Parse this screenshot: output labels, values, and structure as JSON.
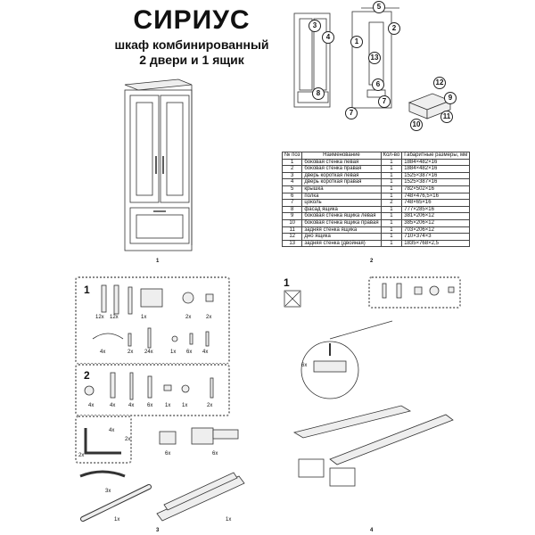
{
  "header": {
    "title": "СИРИУС",
    "subtitle_line1": "шкаф комбинированный",
    "subtitle_line2": "2 двери и 1 ящик"
  },
  "pages": {
    "p1": "1",
    "p2": "2",
    "p3": "3",
    "p4": "4"
  },
  "callouts": [
    "1",
    "2",
    "3",
    "4",
    "5",
    "6",
    "7",
    "8",
    "9",
    "10",
    "11",
    "12",
    "13",
    "7"
  ],
  "parts_table": {
    "headers": [
      "№ поз",
      "Наименование",
      "Кол-во",
      "Габаритные размеры, мм"
    ],
    "rows": [
      [
        "1",
        "боковая стенка левая",
        "1",
        "1884×482×16"
      ],
      [
        "2",
        "боковая стенка правая",
        "1",
        "1884×482×16"
      ],
      [
        "3",
        "дверь короткая левая",
        "1",
        "1525×387×16"
      ],
      [
        "4",
        "дверь короткая правая",
        "1",
        "1525×387×16"
      ],
      [
        "5",
        "крышка",
        "1",
        "782×502×16"
      ],
      [
        "6",
        "полка",
        "1",
        "748×476,5×16"
      ],
      [
        "7",
        "цоколь",
        "2",
        "748×65×16"
      ],
      [
        "8",
        "фасад ящика",
        "1",
        "777×285×16"
      ],
      [
        "9",
        "боковая стенка ящика левая",
        "1",
        "381×206×12"
      ],
      [
        "10",
        "боковая стенка ящика правая",
        "1",
        "385×206×12"
      ],
      [
        "11",
        "задняя стенка ящика",
        "1",
        "703×206×12"
      ],
      [
        "12",
        "дно ящика",
        "1",
        "710×374×3"
      ],
      [
        "13",
        "задняя стенка (двойная)",
        "1",
        "1835×768×2,5"
      ]
    ]
  },
  "step1": {
    "num": "1",
    "row1": [
      "12x",
      "12x",
      "1x",
      "2x",
      "2x"
    ],
    "row2": [
      "4x",
      "2x",
      "24x",
      "1x",
      "6x",
      "4x"
    ]
  },
  "step2": {
    "num": "2",
    "qty": [
      "4x",
      "4x",
      "4x",
      "6x",
      "1x",
      "1x",
      "2x"
    ]
  },
  "step3": {
    "qty": [
      "2x",
      "4x",
      "2x",
      "6x",
      "6x",
      "3x",
      "1x",
      "1x"
    ]
  },
  "step4": {
    "num": "1",
    "qty": "6x"
  }
}
